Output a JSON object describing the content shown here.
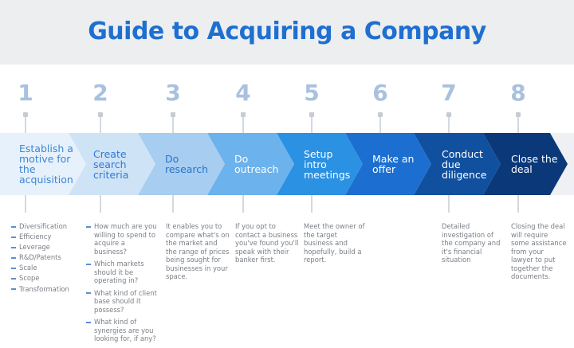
{
  "title": "Guide to Acquiring a Company",
  "colors": {
    "title": "#1f6fd1",
    "step_fills": [
      "#e6f1fb",
      "#cfe3f6",
      "#a7cdf0",
      "#6cb2ec",
      "#2a91e3",
      "#1c6fd0",
      "#11509f",
      "#0a3878"
    ],
    "number": "#a9c1df",
    "description_text": "#7a7f86",
    "bullet_dash": "#5b8fcf"
  },
  "steps": [
    {
      "number": "1",
      "label": "Establish a motive for the acquisition",
      "bullets": [
        "Diversification",
        "Efficiency",
        "Leverage",
        "R&D/Patents",
        "Scale",
        "Scope",
        "Transformation"
      ]
    },
    {
      "number": "2",
      "label": "Create search criteria",
      "bullets": [
        "How much are you willing to spend to acquire a business?",
        "Which markets should it be operating in?",
        "What kind of client base should it possess?",
        "What kind of synergies are you looking for, if any?"
      ]
    },
    {
      "number": "3",
      "label": "Do research",
      "description": "It enables you to compare what's on the market and the range of prices being sought for businesses in your space."
    },
    {
      "number": "4",
      "label": "Do outreach",
      "description": "If you opt to contact a business you've found you'll speak with their banker first."
    },
    {
      "number": "5",
      "label": "Setup intro meetings",
      "description": "Meet the owner of the target business and hopefully, build a report."
    },
    {
      "number": "6",
      "label": "Make an offer",
      "description": ""
    },
    {
      "number": "7",
      "label": "Conduct due diligence",
      "description": "Detailed investigation of the company and it's financial situation"
    },
    {
      "number": "8",
      "label": "Close the deal",
      "description": "Closing the deal will require some assistance from your lawyer to put together the documents."
    }
  ]
}
